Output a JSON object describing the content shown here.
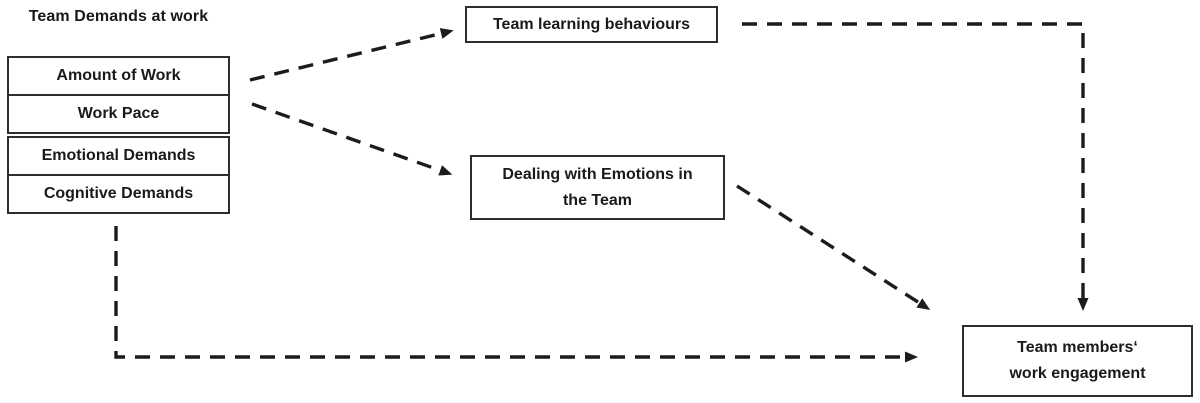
{
  "diagram": {
    "title": "Team Demands at work",
    "nodes": {
      "demands": {
        "name": "Team Demands at work",
        "items": [
          "Amount of Work",
          "Work Pace",
          "Emotional Demands",
          "Cognitive Demands"
        ]
      },
      "learning": {
        "label": "Team learning behaviours"
      },
      "emotions": {
        "label": "Dealing with Emotions in the Team"
      },
      "engagement": {
        "label": "Team members‘ work engagement"
      }
    },
    "edges": [
      {
        "from": "team-demands",
        "to": "team-learning-behaviours",
        "style": "dashed-arrow"
      },
      {
        "from": "team-demands",
        "to": "dealing-with-emotions-in-the-team",
        "style": "dashed-arrow"
      },
      {
        "from": "team-learning-behaviours",
        "to": "team-members-work-engagement",
        "style": "dashed-arrow"
      },
      {
        "from": "dealing-with-emotions-in-the-team",
        "to": "team-members-work-engagement",
        "style": "dashed-arrow"
      },
      {
        "from": "team-demands",
        "to": "team-members-work-engagement",
        "style": "dashed-arrow"
      }
    ],
    "colors": {
      "background": "#ffffff",
      "line": "#1c1c1c",
      "border": "#2e2e2e",
      "text": "#1a1a1a"
    }
  }
}
